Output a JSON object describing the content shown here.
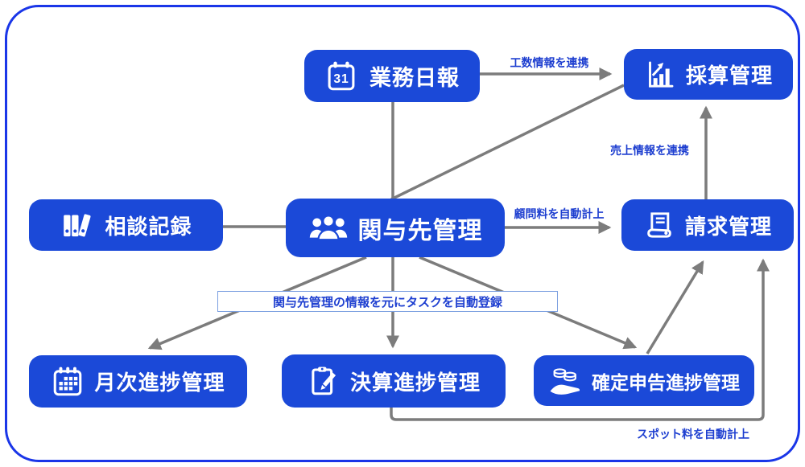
{
  "diagram": {
    "nodes": {
      "business_daily_report": {
        "label": "業務日報",
        "icon": "calendar-31-icon"
      },
      "profitability": {
        "label": "採算管理",
        "icon": "bar-chart-icon"
      },
      "consultation": {
        "label": "相談記録",
        "icon": "binders-icon"
      },
      "client": {
        "label": "関与先管理",
        "icon": "people-icon"
      },
      "billing": {
        "label": "請求管理",
        "icon": "invoice-scroll-icon"
      },
      "monthly_progress": {
        "label": "月次進捗管理",
        "icon": "calendar-grid-icon"
      },
      "settlement_progress": {
        "label": "決算進捗管理",
        "icon": "clipboard-pencil-icon"
      },
      "tax_return_progress": {
        "label": "確定申告進捗管理",
        "icon": "hand-coins-icon"
      }
    },
    "edge_labels": {
      "man_hours": "工数情報を連携",
      "sales": "売上情報を連携",
      "advisory_fee": "顧問料を自動計上",
      "task_note": "関与先管理の情報を元にタスクを自動登録",
      "spot_fee": "スポット料を自動計上"
    },
    "colors": {
      "node_blue": "#1b49d8",
      "frame_blue": "#1a36e8",
      "arrow_gray": "#7c7c7c",
      "label_blue": "#1e3fd0",
      "note_border": "#7b9fe0"
    }
  }
}
